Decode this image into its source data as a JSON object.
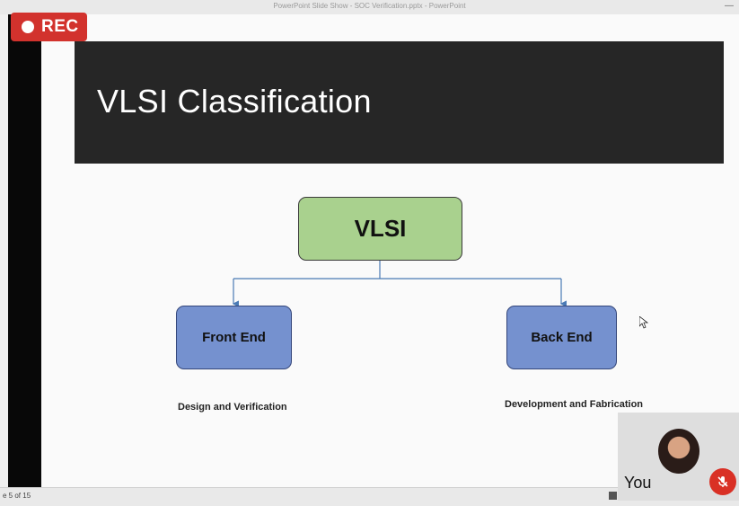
{
  "window": {
    "title": "PowerPoint Slide Show - SOC Verification.pptx - PowerPoint",
    "minimize_icon": "minimize-icon"
  },
  "recording": {
    "label": "REC",
    "color": "#d2322d"
  },
  "slide": {
    "title": "VLSI Classification",
    "banner_color": "#262626",
    "diagram": {
      "root": {
        "label": "VLSI",
        "color": "#a9d18e"
      },
      "children": [
        {
          "label": "Front End",
          "caption": "Design and Verification",
          "color": "#7591cf"
        },
        {
          "label": "Back End",
          "caption": "Development and Fabrication",
          "color": "#7591cf"
        }
      ]
    }
  },
  "statusbar": {
    "slide_counter": "e 5 of 15"
  },
  "participant": {
    "name": "You",
    "mic_state_icon": "mic-off-icon",
    "mic_color": "#d93025"
  }
}
